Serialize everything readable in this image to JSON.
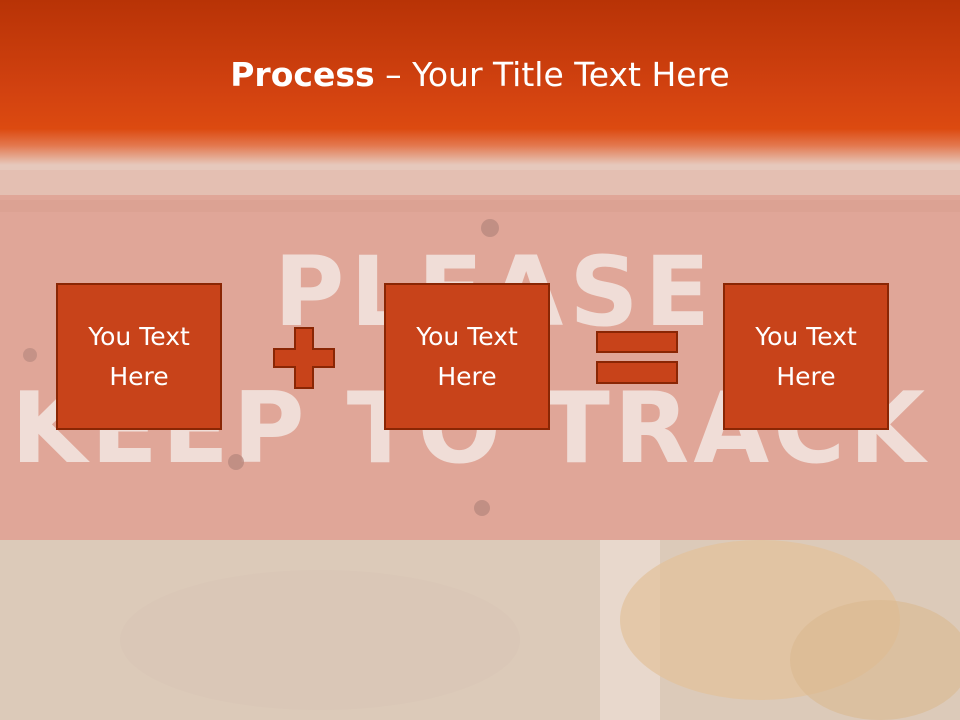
{
  "slide": {
    "title_bold": "Process",
    "title_rest": " – Your Title Text Here",
    "boxes": [
      {
        "text": "You Text\nHere"
      },
      {
        "text": "You Text\nHere"
      },
      {
        "text": "You Text\nHere"
      }
    ],
    "background_sign": {
      "line1": "PLEASE",
      "line2": "KEEP TO TRACK"
    },
    "operators": [
      "plus-icon",
      "equals-icon"
    ]
  },
  "colors": {
    "title_band": "#d24210",
    "box_fill": "#c8431a",
    "box_border": "#8a2604",
    "operator_fill": "#c8431a",
    "title_text": "#ffffff"
  }
}
